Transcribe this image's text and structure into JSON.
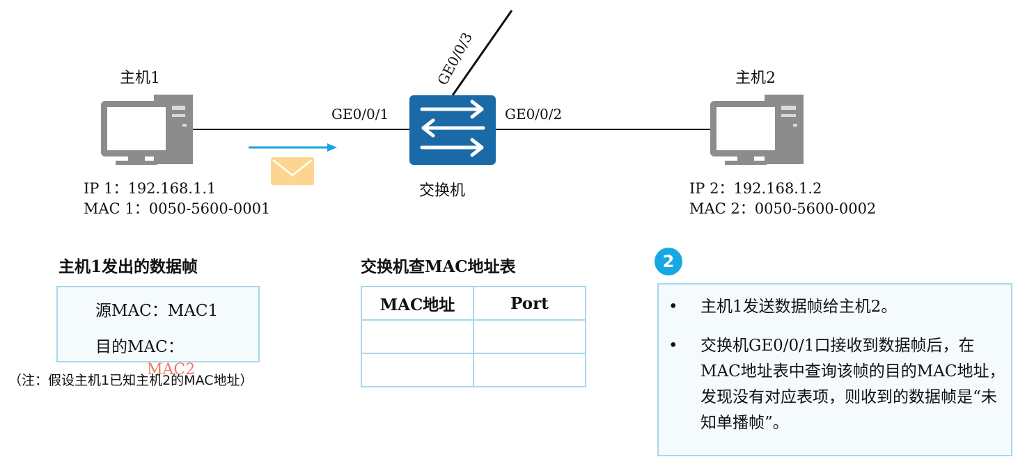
{
  "hosts": {
    "host1": {
      "name": "主机1",
      "ip": "IP 1：192.168.1.1",
      "mac": "MAC 1：0050-5600-0001"
    },
    "host2": {
      "name": "主机2",
      "ip": "IP 2：192.168.1.2",
      "mac": "MAC 2：0050-5600-0002"
    }
  },
  "switch": {
    "name": "交换机",
    "ports": {
      "p1": "GE0/0/1",
      "p2": "GE0/0/2",
      "p3": "GE0/0/3"
    }
  },
  "frame": {
    "title": "主机1发出的数据帧",
    "src": "源MAC：MAC1",
    "dst": "目的MAC：",
    "dst_value": "MAC2",
    "note": "（注：假设主机1已知主机2的MAC地址）"
  },
  "mac_table": {
    "title": "交换机查MAC地址表",
    "headers": [
      "MAC地址",
      "Port"
    ],
    "rows": [
      [
        "",
        ""
      ],
      [
        "",
        ""
      ]
    ]
  },
  "step": {
    "number": "2",
    "bullets": [
      "主机1发送数据帧给主机2。",
      "交换机GE0/0/1口接收到数据帧后，在MAC地址表中查询该帧的目的MAC地址，发现没有对应表项，则收到的数据帧是“未知单播帧”。"
    ]
  },
  "colors": {
    "switch": "#1a6aa8",
    "arrow": "#18a6df",
    "envelope": "#fdd590",
    "box_border": "#a8d8ec",
    "box_fill": "#f5fafd",
    "badge": "#17a8e3",
    "frame_dst": "#f07866"
  }
}
